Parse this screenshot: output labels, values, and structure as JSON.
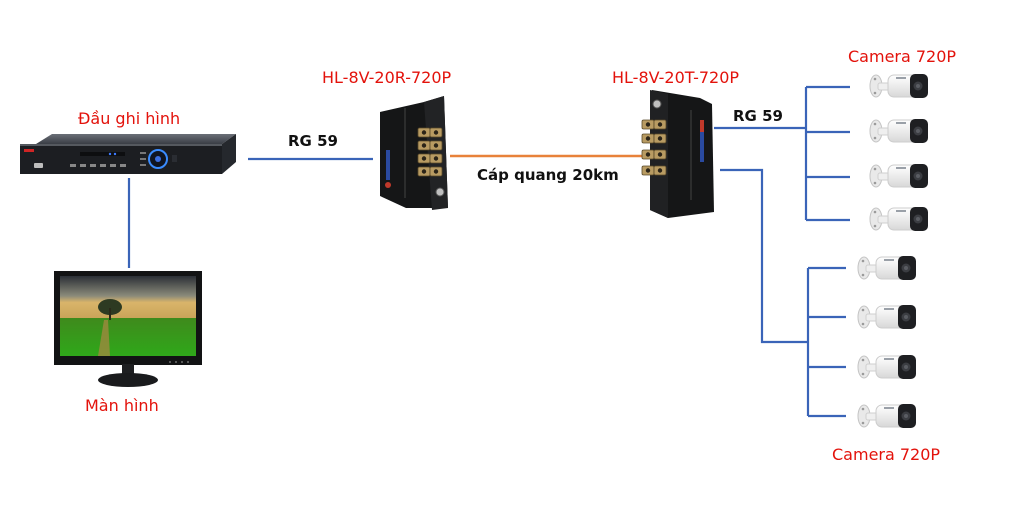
{
  "diagram": {
    "colors": {
      "label_red": "#e3120b",
      "coax_blue": "#3a64b8",
      "fiber_orange": "#e8823a"
    },
    "nodes": {
      "dvr": {
        "label": "Đầu ghi hình",
        "icon": "dvr-recorder-icon"
      },
      "monitor": {
        "label": "Màn hình",
        "icon": "monitor-icon"
      },
      "receiver": {
        "label": "HL-8V-20R-720P",
        "icon": "fiber-receiver-icon"
      },
      "transmitter": {
        "label": "HL-8V-20T-720P",
        "icon": "fiber-transmitter-icon"
      },
      "camera_group_top": {
        "label": "Camera 720P",
        "count": 4,
        "icon": "bullet-camera-icon"
      },
      "camera_group_bottom": {
        "label": "Camera 720P",
        "count": 4,
        "icon": "bullet-camera-icon"
      }
    },
    "links": {
      "dvr_to_receiver": {
        "label": "RG 59",
        "type": "coax"
      },
      "receiver_to_transmitter": {
        "label": "Cáp quang 20km",
        "type": "fiber"
      },
      "transmitter_to_cameras": {
        "label": "RG 59",
        "type": "coax"
      },
      "dvr_to_monitor": {
        "label": "",
        "type": "video"
      }
    }
  }
}
